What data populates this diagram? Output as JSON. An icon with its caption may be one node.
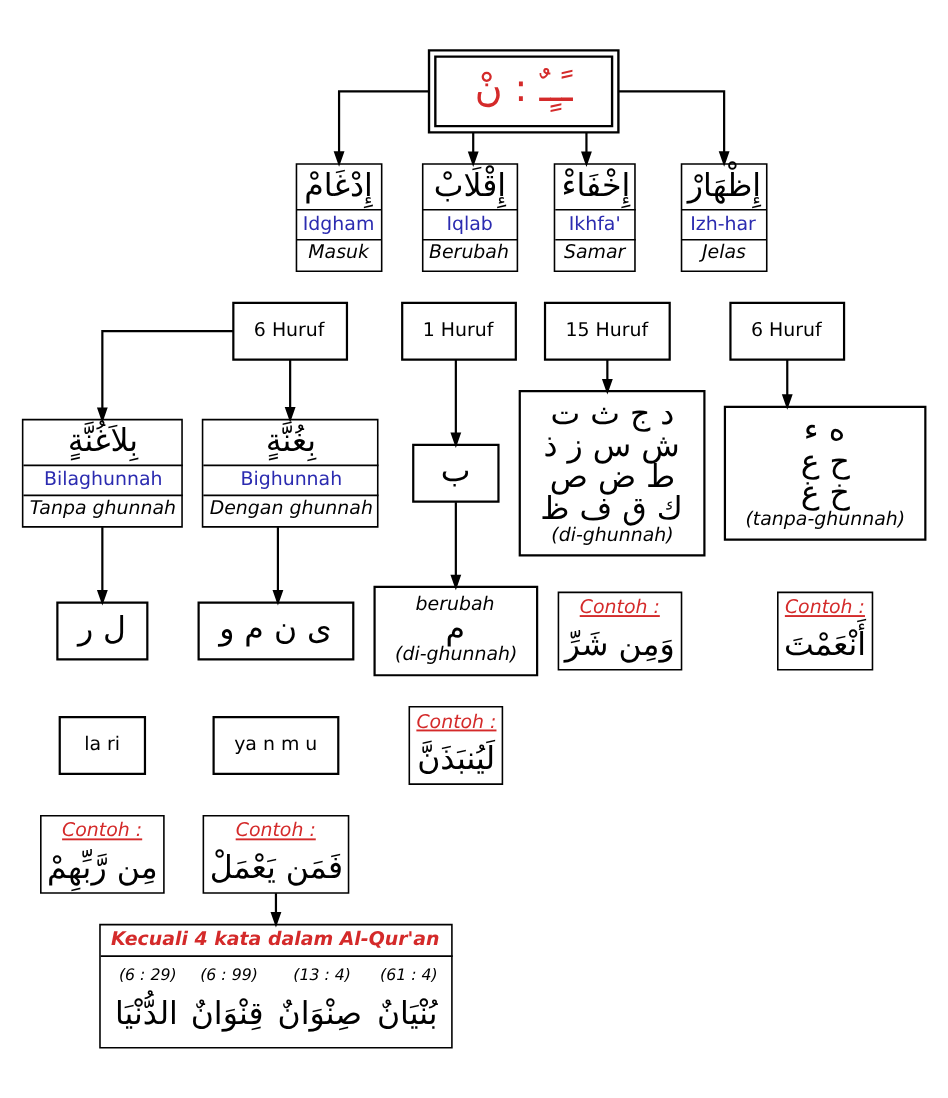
{
  "diagram": {
    "nodes": [
      {
        "text": [
          "ـًـٍـٌ : نْ"
        ]
      },
      {
        "text": [
          "إِدْغَامْ",
          "Idgham",
          "Masuk"
        ]
      },
      {
        "text": [
          "إِقْلَابْ",
          "Iqlab",
          "Berubah"
        ]
      },
      {
        "text": [
          "إِخْفَاءْ",
          "Ikhfa'",
          "Samar"
        ]
      },
      {
        "text": [
          "إِظْهَارْ",
          "Izh-har",
          "Jelas"
        ]
      },
      {
        "text": [
          "6 Huruf"
        ]
      },
      {
        "text": [
          "1 Huruf"
        ]
      },
      {
        "text": [
          "15 Huruf"
        ]
      },
      {
        "text": [
          "6 Huruf"
        ]
      },
      {
        "text": [
          "بِلاَغُنَّةٍ",
          "Bilaghunnah",
          "Tanpa ghunnah"
        ]
      },
      {
        "text": [
          "بِغُنَّةٍ",
          "Bighunnah",
          "Dengan ghunnah"
        ]
      },
      {
        "text": [
          "ب"
        ]
      },
      {
        "text": [
          "د ج ث ت",
          "ش س ز ذ",
          "ط ض ص",
          "ك ق ف ظ",
          "(di-ghunnah)"
        ]
      },
      {
        "text": [
          "ه ء",
          "ح ع",
          "خ غ",
          "(tanpa-ghunnah)"
        ]
      },
      {
        "text": [
          "berubah",
          "م",
          "(di-ghunnah)"
        ]
      },
      {
        "text": [
          "ل ر"
        ]
      },
      {
        "text": [
          "ى ن م و"
        ]
      },
      {
        "text": [
          "la ri"
        ]
      },
      {
        "text": [
          "ya n m u"
        ]
      },
      {
        "text": [
          "Contoh :",
          "مِن رَّبِّهِمْ"
        ]
      },
      {
        "text": [
          "Contoh :",
          "فَمَن يَعْمَلْ"
        ]
      },
      {
        "text": [
          "Contoh :",
          "لَيُنبَذَنَّ"
        ]
      },
      {
        "text": [
          "Contoh :",
          "وَمِن شَرِّ"
        ]
      },
      {
        "text": [
          "Contoh :",
          "أَنْعَمْتَ"
        ]
      },
      {
        "text": [
          "Kecuali 4 kata dalam Al-Qur'an",
          "(6 : 29)",
          "(6 : 99)",
          "(13 : 4)",
          "(61 : 4)",
          "الدُّنْيَا",
          "قِنْوَانٌ",
          "صِنْوَانٌ",
          "بُنْيَانٌ"
        ]
      }
    ],
    "edges": [
      {
        "from": 0,
        "to": 1,
        "arrow": "to"
      },
      {
        "from": 0,
        "to": 2,
        "arrow": "to"
      },
      {
        "from": 0,
        "to": 3,
        "arrow": "to"
      },
      {
        "from": 0,
        "to": 4,
        "arrow": "to"
      },
      {
        "from": 5,
        "to": 9,
        "arrow": "to"
      },
      {
        "from": 5,
        "to": 10,
        "arrow": "to"
      },
      {
        "from": 6,
        "to": 11,
        "arrow": "to"
      },
      {
        "from": 7,
        "to": 12,
        "arrow": "to"
      },
      {
        "from": 8,
        "to": 13,
        "arrow": "to"
      },
      {
        "from": 11,
        "to": 14,
        "arrow": "to"
      },
      {
        "from": 9,
        "to": 15,
        "arrow": "to"
      },
      {
        "from": 10,
        "to": 16,
        "arrow": "to"
      },
      {
        "from": 20,
        "to": 24,
        "arrow": "to"
      }
    ]
  }
}
